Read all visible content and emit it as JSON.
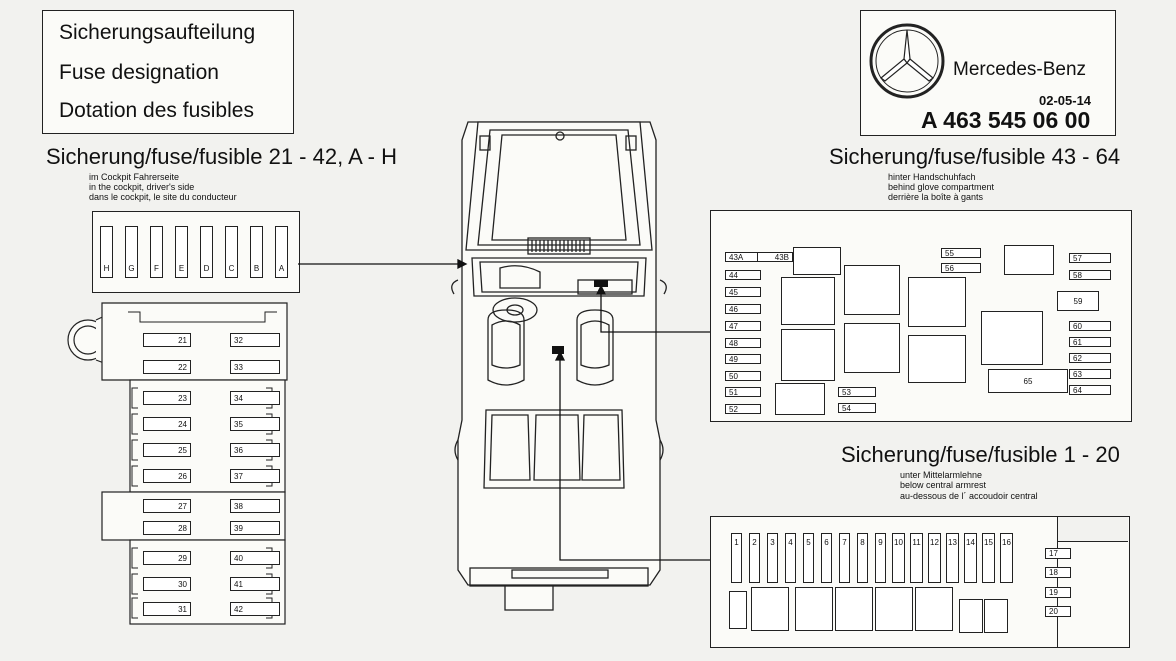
{
  "title_box": {
    "line1": "Sicherungsaufteilung",
    "line2": "Fuse designation",
    "line3": "Dotation des fusibles"
  },
  "logo_box": {
    "brand": "Mercedes-Benz",
    "date": "02-05-14",
    "part_number": "A 463 545 06 00"
  },
  "section_cockpit": {
    "heading": "Sicherung/fuse/fusible 21 - 42, A - H",
    "desc_de": "im Cockpit Fahrerseite",
    "desc_en": "in the cockpit, driver's side",
    "desc_fr": "dans le cockpit, le site du conducteur",
    "letter_fuses": [
      "H",
      "G",
      "F",
      "E",
      "D",
      "C",
      "B",
      "A"
    ],
    "left_column": [
      "21",
      "22",
      "23",
      "24",
      "25",
      "26",
      "27",
      "28",
      "29",
      "30",
      "31"
    ],
    "right_column": [
      "32",
      "33",
      "34",
      "35",
      "36",
      "37",
      "38",
      "39",
      "40",
      "41",
      "42"
    ]
  },
  "section_glovebox": {
    "heading": "Sicherung/fuse/fusible 43 - 64",
    "desc_de": "hinter Handschuhfach",
    "desc_en": "behind glove compartment",
    "desc_fr": "derrière la boîte à gants",
    "top_pair": [
      "43A",
      "43B"
    ],
    "left_column": [
      "44",
      "45",
      "46",
      "47",
      "48",
      "49",
      "50",
      "51",
      "52"
    ],
    "middle_low": [
      "53",
      "54"
    ],
    "top_mid": [
      "55",
      "56"
    ],
    "right_column": [
      "57",
      "58",
      "59",
      "60",
      "61",
      "62",
      "63",
      "64"
    ],
    "big_block": "65"
  },
  "section_armrest": {
    "heading": "Sicherung/fuse/fusible 1 - 20",
    "desc_de": "unter Mittelarmlehne",
    "desc_en": "below central armrest",
    "desc_fr": "au-dessous de l´ accoudoir central",
    "row_fuses": [
      "1",
      "2",
      "3",
      "4",
      "5",
      "6",
      "7",
      "8",
      "9",
      "10",
      "11",
      "12",
      "13",
      "14",
      "15",
      "16"
    ],
    "side_fuses": [
      "17",
      "18",
      "19",
      "20"
    ]
  }
}
